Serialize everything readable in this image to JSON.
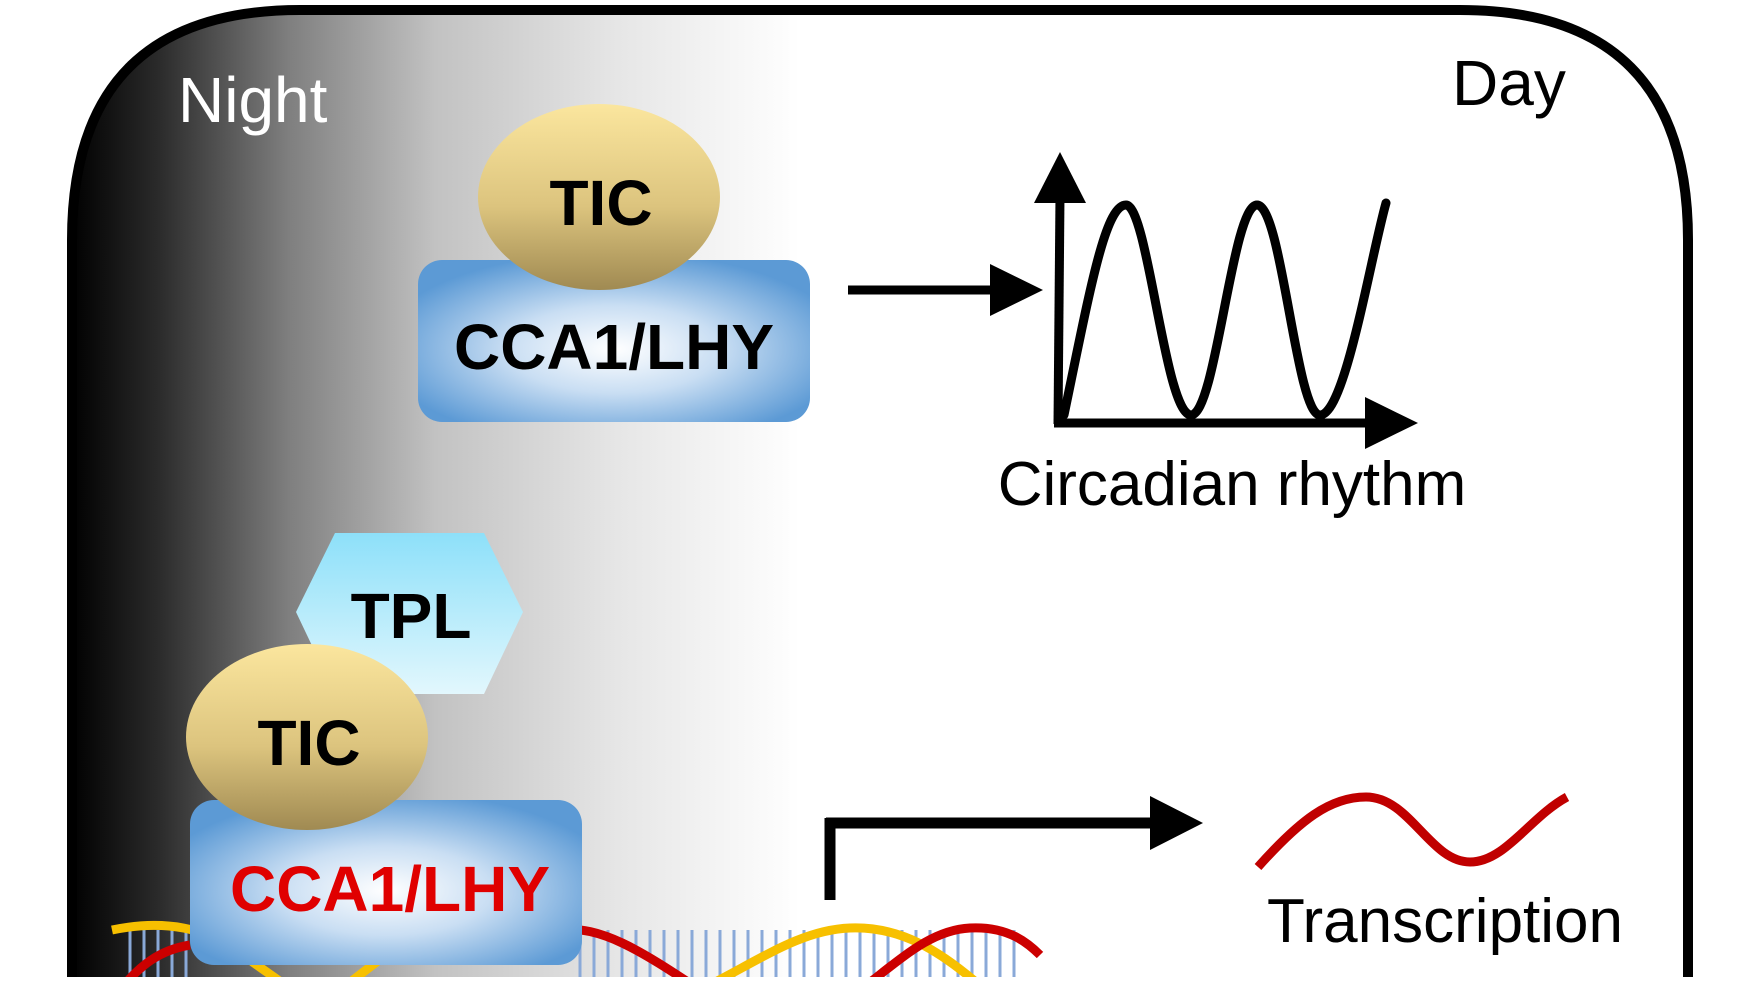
{
  "labels": {
    "night": "Night",
    "day": "Day",
    "circadian": "Circadian rhythm",
    "transcription": "Transcription"
  },
  "proteins": {
    "top_tic": "TIC",
    "top_cca1": "CCA1/LHY",
    "tpl": "TPL",
    "bottom_tic": "TIC",
    "bottom_cca1": "CCA1/LHY"
  },
  "colors": {
    "night_dark": "#000000",
    "night_mid": "#bdbdbd",
    "day": "#ffffff",
    "tic_light": "#f9e59e",
    "tic_dark": "#a38d55",
    "cca1_edge": "#5b9ad6",
    "cca1_center": "#ffffff",
    "tpl_top": "#8ee1f9",
    "tpl_bottom": "#dff6fd",
    "repressed_text": "#e00000",
    "dna_red": "#cc0000",
    "dna_yellow": "#f7c000",
    "dna_rungs": "#8aa9d8",
    "transcript": "#c00000"
  }
}
